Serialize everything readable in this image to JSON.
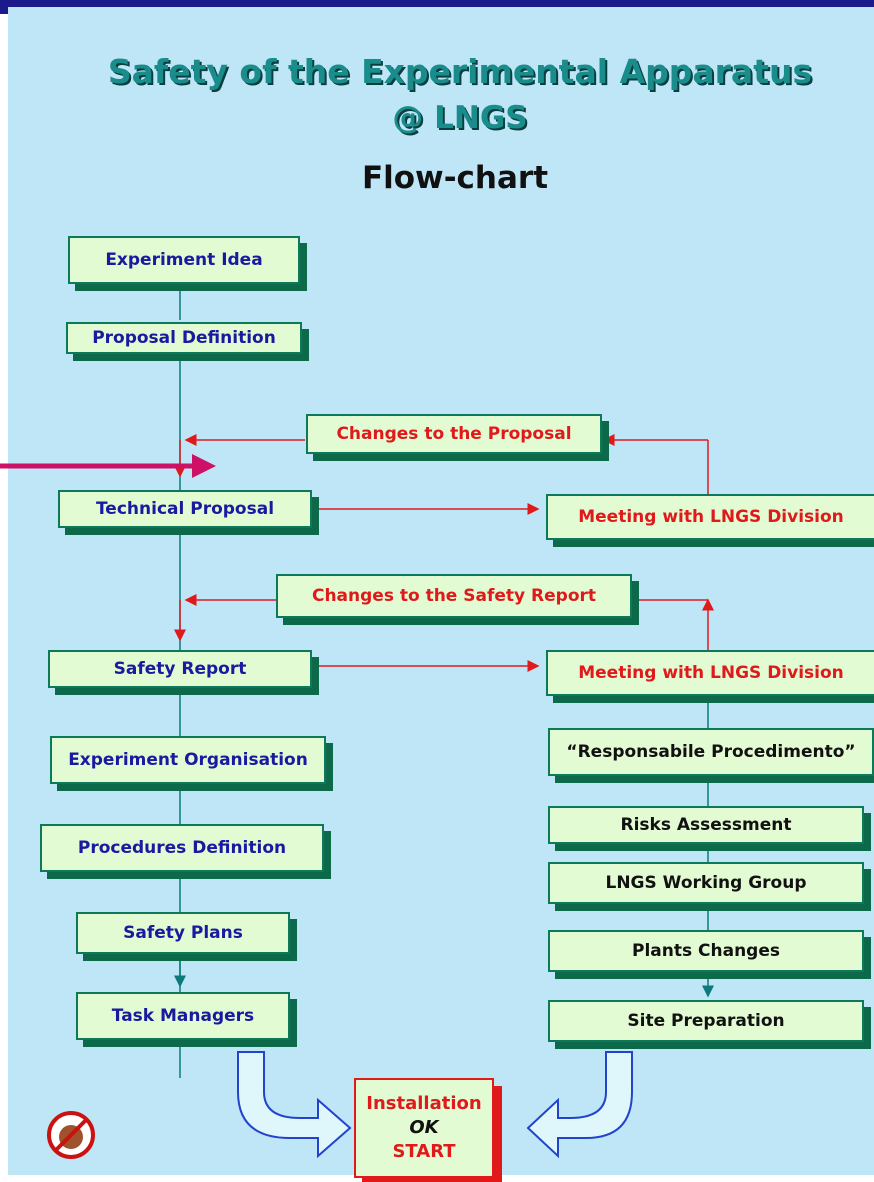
{
  "title": {
    "line1": "Safety of the Experimental Apparatus",
    "line2": "@ LNGS",
    "subtitle": "Flow-chart"
  },
  "left_column": [
    "Experiment Idea",
    "Proposal Definition",
    "Technical Proposal",
    "Safety Report",
    "Experiment Organisation",
    "Procedures Definition",
    "Safety Plans",
    "Task Managers"
  ],
  "feedback": {
    "changes_proposal": "Changes to the Proposal",
    "changes_safety_report": "Changes to the Safety Report",
    "meeting_1": "Meeting with LNGS Division",
    "meeting_2": "Meeting with LNGS Division"
  },
  "right_column": [
    "“Responsabile Procedimento”",
    "Risks Assessment",
    "LNGS Working Group",
    "Plants Changes",
    "Site Preparation"
  ],
  "installation": {
    "line1": "Installation",
    "line2": "OK",
    "line3": "START"
  },
  "colors": {
    "background": "#bfe6f7",
    "box_fill": "#e2fbd2",
    "box_shadow": "#0c6a4a",
    "blue_text": "#1a1aa0",
    "red_text": "#e01a1a",
    "title": "#1a8c8c",
    "pointer_arrow": "#cc1166"
  },
  "icons": [
    "badge-icon",
    "pointer-arrow-icon",
    "curved-arrow-icon"
  ]
}
